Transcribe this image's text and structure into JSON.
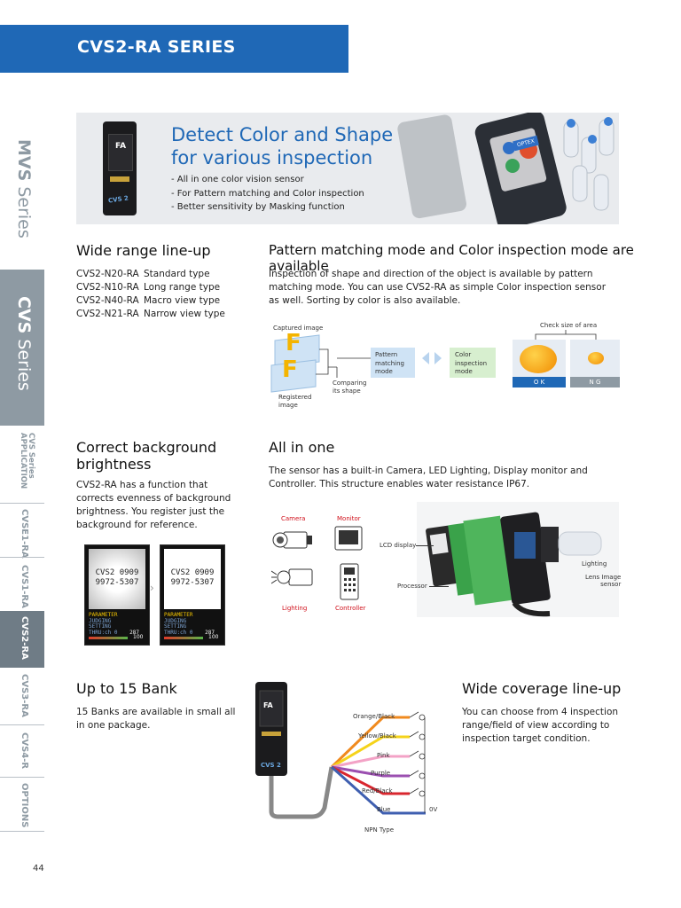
{
  "header": {
    "title": "CVS2-RA SERIES"
  },
  "side": {
    "mvs": {
      "bold": "MVS",
      "light": " Series"
    },
    "cvs": {
      "bold": "CVS",
      "light": " Series"
    },
    "tabs": [
      "CVS Series APPLICATION",
      "CVSE1-RA",
      "CVS1-RA",
      "CVS2-RA",
      "CVS3-RA",
      "CVS4-R",
      "OPTIONS"
    ]
  },
  "banner": {
    "title_line1": "Detect Color and Shape",
    "title_line2": "for various inspection",
    "bullets": [
      "- All in one color vision sensor",
      "- For Pattern matching and Color inspection",
      "- Better sensitivity by Masking function"
    ],
    "device_label": "CVS 2",
    "device_logo": "FA",
    "screen_label": "OPTEX"
  },
  "lineup": {
    "title": "Wide range line-up",
    "items": [
      {
        "model": "CVS2-N20-RA",
        "type": "Standard type"
      },
      {
        "model": "CVS2-N10-RA",
        "type": "Long range type"
      },
      {
        "model": "CVS2-N40-RA",
        "type": "Macro view type"
      },
      {
        "model": "CVS2-N21-RA",
        "type": "Narrow view type"
      }
    ]
  },
  "pattern": {
    "title": "Pattern matching mode and Color inspection mode are available",
    "text": "Inspection of shape and direction of the object is available by pattern matching mode. You can use CVS2-RA as simple Color inspection sensor as well. Sorting by color is also available.",
    "captured": "Captured image",
    "registered_line1": "Registered",
    "registered_line2": "image",
    "comparing_line1": "Comparing",
    "comparing_line2": "its shape",
    "letter": "F",
    "mode1": [
      "Pattern",
      "matching",
      "mode"
    ],
    "mode2": [
      "Color",
      "inspection",
      "mode"
    ],
    "check_size": "Check size of area",
    "ok": "O K",
    "ng": "N G"
  },
  "background": {
    "title_line1": "Correct background",
    "title_line2": "brightness",
    "text": "CVS2-RA has a function that corrects evenness of background brightness. You register just the background for reference.",
    "screen": {
      "line1": "CVS2 0909",
      "line2": "9972-5307",
      "param": "PARAMETER",
      "sub1": "JUDGING",
      "sub2": "SETTING",
      "thru": "THRU:ch 0",
      "val1": "287",
      "val2": "100"
    }
  },
  "allinone": {
    "title": "All in one",
    "text": "The sensor has a built-in Camera, LED Lighting, Display monitor and Controller. This structure enables water resistance IP67.",
    "camera": "Camera",
    "monitor": "Monitor",
    "lighting_red": "Lighting",
    "controller": "Controller",
    "lcd": "LCD display",
    "processor": "Processor",
    "lighting": "Lighting",
    "lens_line1": "Lens Image",
    "lens_line2": "sensor"
  },
  "bank": {
    "title": "Up to 15 Bank",
    "text": "15 Banks are available in small all in one package.",
    "wires": [
      "Orange/Black",
      "Yellow/Black",
      "Pink",
      "Purple",
      "Red/Black",
      "Blue"
    ],
    "ov": "0V",
    "npn": "NPN Type",
    "colors": {
      "orange": "#f08a1e",
      "yellow": "#f5d31a",
      "pink": "#f3a2c6",
      "purple": "#9b4fb0",
      "red": "#d9262e",
      "blue": "#3f5fb0",
      "black": "#222222"
    }
  },
  "coverage": {
    "title": "Wide coverage line-up",
    "text": "You can choose from 4 inspection range/field of view according to inspection target condition."
  },
  "page_number": "44",
  "colors": {
    "brand_blue": "#1f68b6",
    "side_gray": "#8e9aa3",
    "side_active": "#6f7c86"
  }
}
